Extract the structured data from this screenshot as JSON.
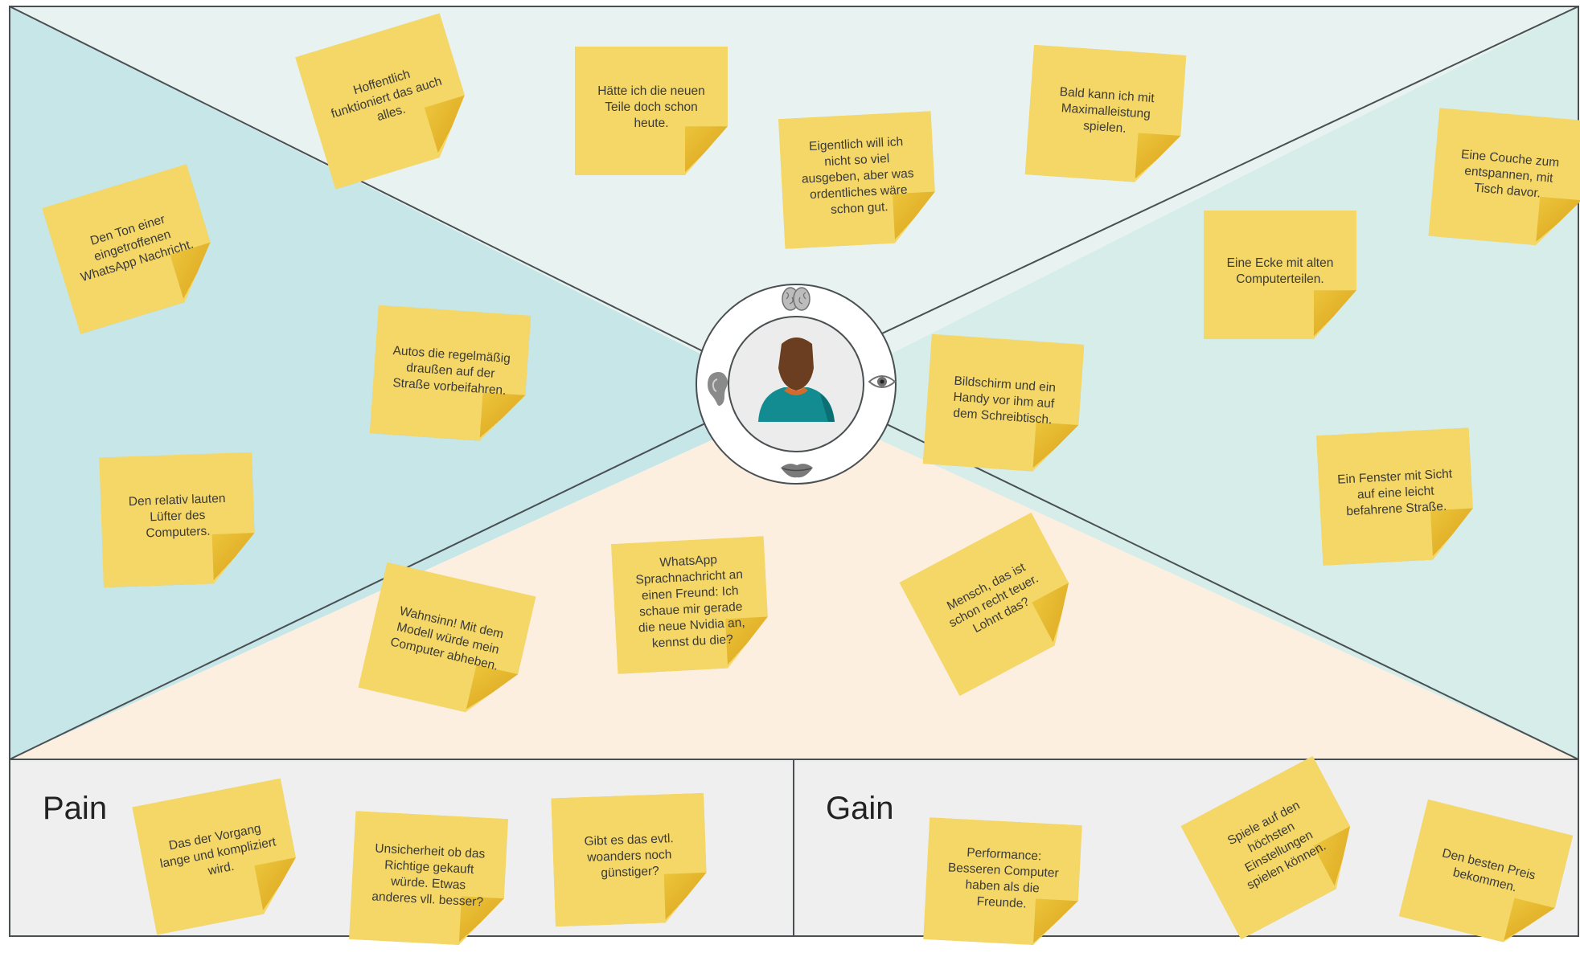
{
  "colors": {
    "top_area": "#e8f3f1",
    "left_area": "#c6e6e8",
    "right_area": "#d6ede9",
    "bottom_area": "#fdefdf",
    "pain_gain_bg": "#efefef",
    "line": "#4a4f52",
    "note": "#f4d766",
    "note_fold": "#e2b22a"
  },
  "icons": {
    "think": "brain-icon",
    "see": "eye-icon",
    "hear": "ear-icon",
    "say": "mouth-icon",
    "persona": "person-avatar-icon"
  },
  "pain": {
    "label": "Pain",
    "notes": [
      "Das der Vorgang lange und kompliziert wird.",
      "Unsicherheit ob das Richtige gekauft würde. Etwas anderes vll. besser?",
      "Gibt es das evtl. woanders noch günstiger?"
    ]
  },
  "gain": {
    "label": "Gain",
    "notes": [
      "Performance: Besseren Computer haben als die Freunde.",
      "Spiele auf den höchsten Einstellungen spielen können.",
      "Den besten Preis bekommen."
    ]
  },
  "think_feel": [
    "Hoffentlich funktioniert das auch alles.",
    "Hätte ich die neuen Teile doch schon heute.",
    "Eigentlich will ich nicht so viel ausgeben, aber was ordentliches wäre schon gut.",
    "Bald kann ich mit Maximalleistung spielen."
  ],
  "hear": [
    "Den Ton einer eingetroffenen WhatsApp Nachricht.",
    "Autos die regelmäßig draußen auf der Straße vorbeifahren.",
    "Den relativ lauten Lüfter des Computers."
  ],
  "see": [
    "Eine Couche zum entspannen, mit Tisch davor.",
    "Eine Ecke mit alten Computerteilen.",
    "Bildschirm und ein Handy vor ihm auf dem Schreibtisch.",
    "Ein Fenster mit Sicht auf eine leicht befahrene Straße."
  ],
  "say_do": [
    "Wahnsinn! Mit dem Modell würde mein Computer abheben.",
    "WhatsApp Sprachnachricht an einen Freund: Ich schaue mir gerade die neue Nvidia an, kennst du die?",
    "Mensch, das ist schon recht teuer. Lohnt das?"
  ]
}
